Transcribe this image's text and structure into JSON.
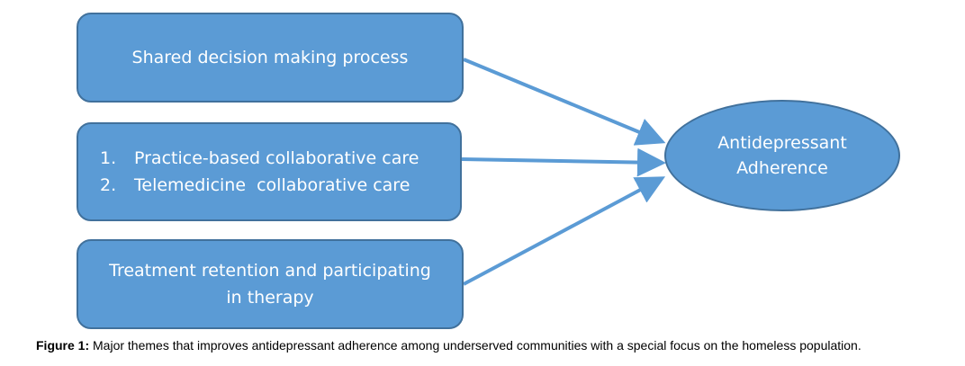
{
  "diagram": {
    "sources": [
      {
        "id": "box1",
        "lines": [
          "Shared decision making process"
        ]
      },
      {
        "id": "box2",
        "items": [
          {
            "num": "1.",
            "text": "Practice-based collaborative care"
          },
          {
            "num": "2.",
            "text": "Telemedicine  collaborative care"
          }
        ]
      },
      {
        "id": "box3",
        "lines": [
          "Treatment retention and participating",
          "in therapy"
        ]
      }
    ],
    "target": {
      "lines": [
        "Antidepressant",
        "Adherence"
      ]
    },
    "colors": {
      "fill": "#5b9bd5",
      "stroke": "#41719c",
      "text": "#ffffff"
    }
  },
  "caption": {
    "label": "Figure 1:",
    "text": " Major themes that improves antidepressant adherence among underserved communities with a special focus on the homeless population."
  }
}
